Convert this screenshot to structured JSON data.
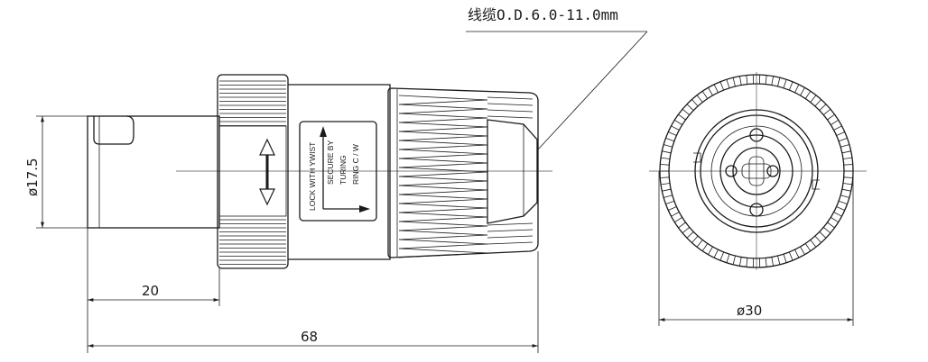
{
  "cable_note": "线缆O.D.6.0-11.0mm",
  "dims": {
    "diameter_body": "ø17.5",
    "length_front": "20",
    "length_total": "68",
    "diameter_end": "ø30"
  },
  "label": {
    "lock_line": "LOCK WITH YWIST",
    "secure_line": "SECURE  BY",
    "turing_line": "TURING",
    "ring_line": "RING C / W"
  }
}
